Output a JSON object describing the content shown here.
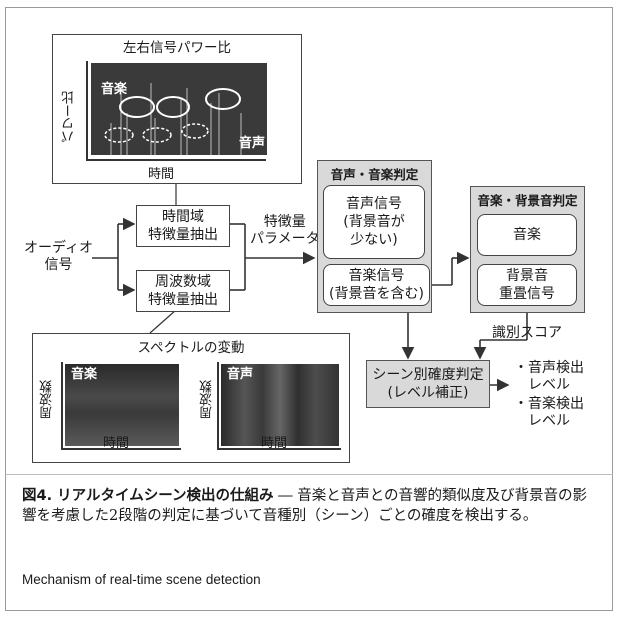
{
  "top_panel": {
    "title": "左右信号パワー比",
    "y_axis": "パワー比",
    "x_axis": "時間",
    "music": "音楽",
    "speech": "音声"
  },
  "input_label": "オーディオ\n信号",
  "time_domain_box": "時間域\n特徴量抽出",
  "freq_domain_box": "周波数域\n特徴量抽出",
  "feature_param": "特徴量\nパラメータ",
  "speech_music_panel": {
    "header": "音声・音楽判定",
    "speech_box": "音声信号\n(背景音が\n少ない)",
    "music_box": "音楽信号\n(背景音を含む)"
  },
  "music_bg_panel": {
    "header": "音楽・背景音判定",
    "music_box": "音楽",
    "bg_box": "背景音\n重畳信号"
  },
  "id_score": "識別スコア",
  "scene_box": "シーン別確度判定\n(レベル補正)",
  "outputs": [
    "・音声検出\n　レベル",
    "・音楽検出\n　レベル"
  ],
  "bottom_panel": {
    "title": "スペクトルの変動",
    "y_axis": "周波数",
    "x_axis": "時間",
    "left_label": "音楽",
    "right_label": "音声"
  },
  "caption": {
    "fig": "図4. リアルタイムシーン検出の仕組み",
    "dash": " ― ",
    "text": "音楽と音声との音響的類似度及び背景音の影響を考慮した2段階の判定に基づいて音種別（シーン）ごとの確度を検出する。",
    "english": "Mechanism of real-time scene detection"
  },
  "colors": {
    "panel_gray": "#d9d9d9",
    "spectro_dark": "#2b2b2b"
  }
}
